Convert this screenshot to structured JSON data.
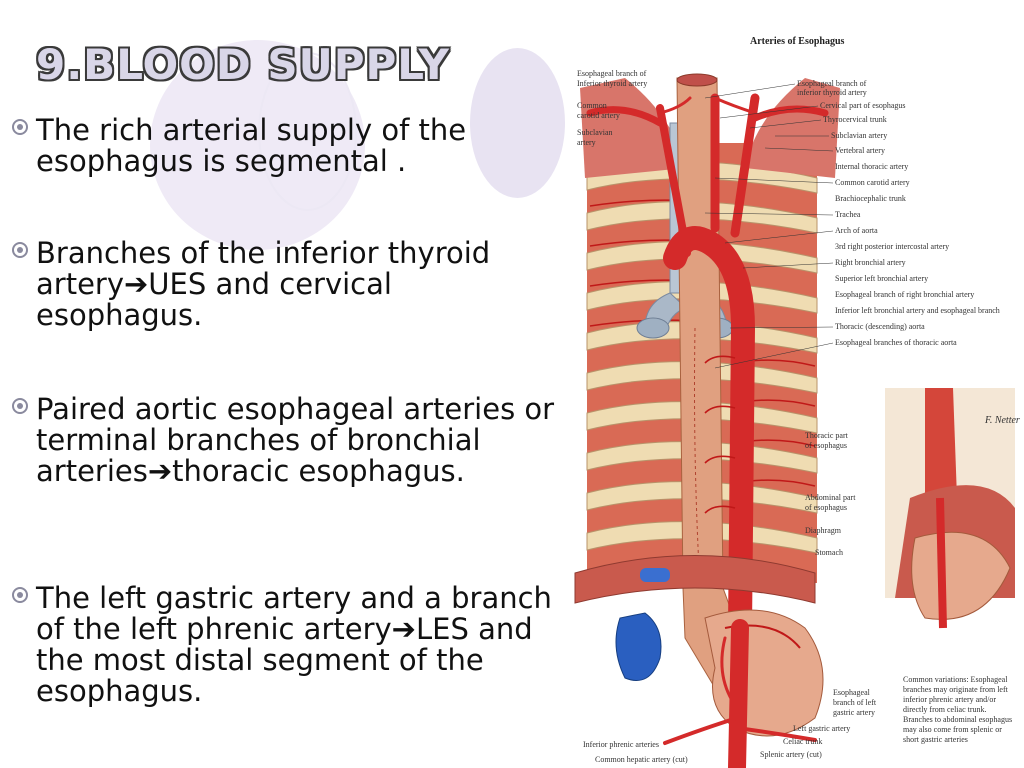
{
  "slide": {
    "title": "9.BLOOD SUPPLY",
    "bullets": [
      {
        "text": "The rich arterial supply of the esophagus is segmental ."
      },
      {
        "text": "Branches of the inferior thyroid artery➔UES and cervical esophagus."
      },
      {
        "text": "Paired aortic esophageal arteries or terminal branches of bronchial arteries➔thoracic esophagus."
      },
      {
        "text": "The left gastric artery and a branch of the left phrenic artery➔LES and the most distal segment of the esophagus."
      }
    ]
  },
  "figure": {
    "title": "Arteries of Esophagus",
    "labels_left": [
      "Esophageal branch of",
      "Inferior thyroid artery",
      "Common",
      "carotid artery",
      "Subclavian",
      "artery"
    ],
    "labels_right": [
      "Esophageal branch of",
      "inferior thyroid artery",
      "Cervical part of esophagus",
      "Thyrocervical trunk",
      "Subclavian artery",
      "Vertebral artery",
      "Internal thoracic artery",
      "Common carotid artery",
      "Brachiocephalic trunk",
      "Trachea",
      "Arch of aorta",
      "3rd right posterior intercostal artery",
      "Right bronchial artery",
      "Superior left bronchial artery",
      "Esophageal branch of right bronchial artery",
      "Inferior left bronchial artery and esophageal branch",
      "Thoracic (descending) aorta",
      "Esophageal branches of thoracic aorta"
    ],
    "labels_mid": [
      "Thoracic part",
      "of esophagus",
      "Abdominal part",
      "of esophagus",
      "Diaphragm",
      "Stomach"
    ],
    "labels_bottom": [
      "Esophageal",
      "branch of left",
      "gastric artery",
      "Left gastric artery",
      "Celiac trunk",
      "Splenic artery (cut)",
      "Inferior phrenic arteries",
      "Common hepatic artery (cut)"
    ],
    "variation_note": [
      "Common variations: Esophageal",
      "branches may originate from left",
      "inferior phrenic artery and/or",
      "directly from celiac trunk.",
      "Branches to abdominal esophagus",
      "may also come from splenic or",
      "short gastric arteries"
    ],
    "signature": "F. Netter"
  },
  "colors": {
    "title_fill": "#d9d6e8",
    "title_outline": "#3a3a3a",
    "bullet_mark": "#8a8a9e",
    "deco_circle": "#e8e3f2",
    "artery": "#d42a2a",
    "vein": "#2a5fc0",
    "muscle": "#c8564a",
    "rib": "#e8d4a8"
  }
}
